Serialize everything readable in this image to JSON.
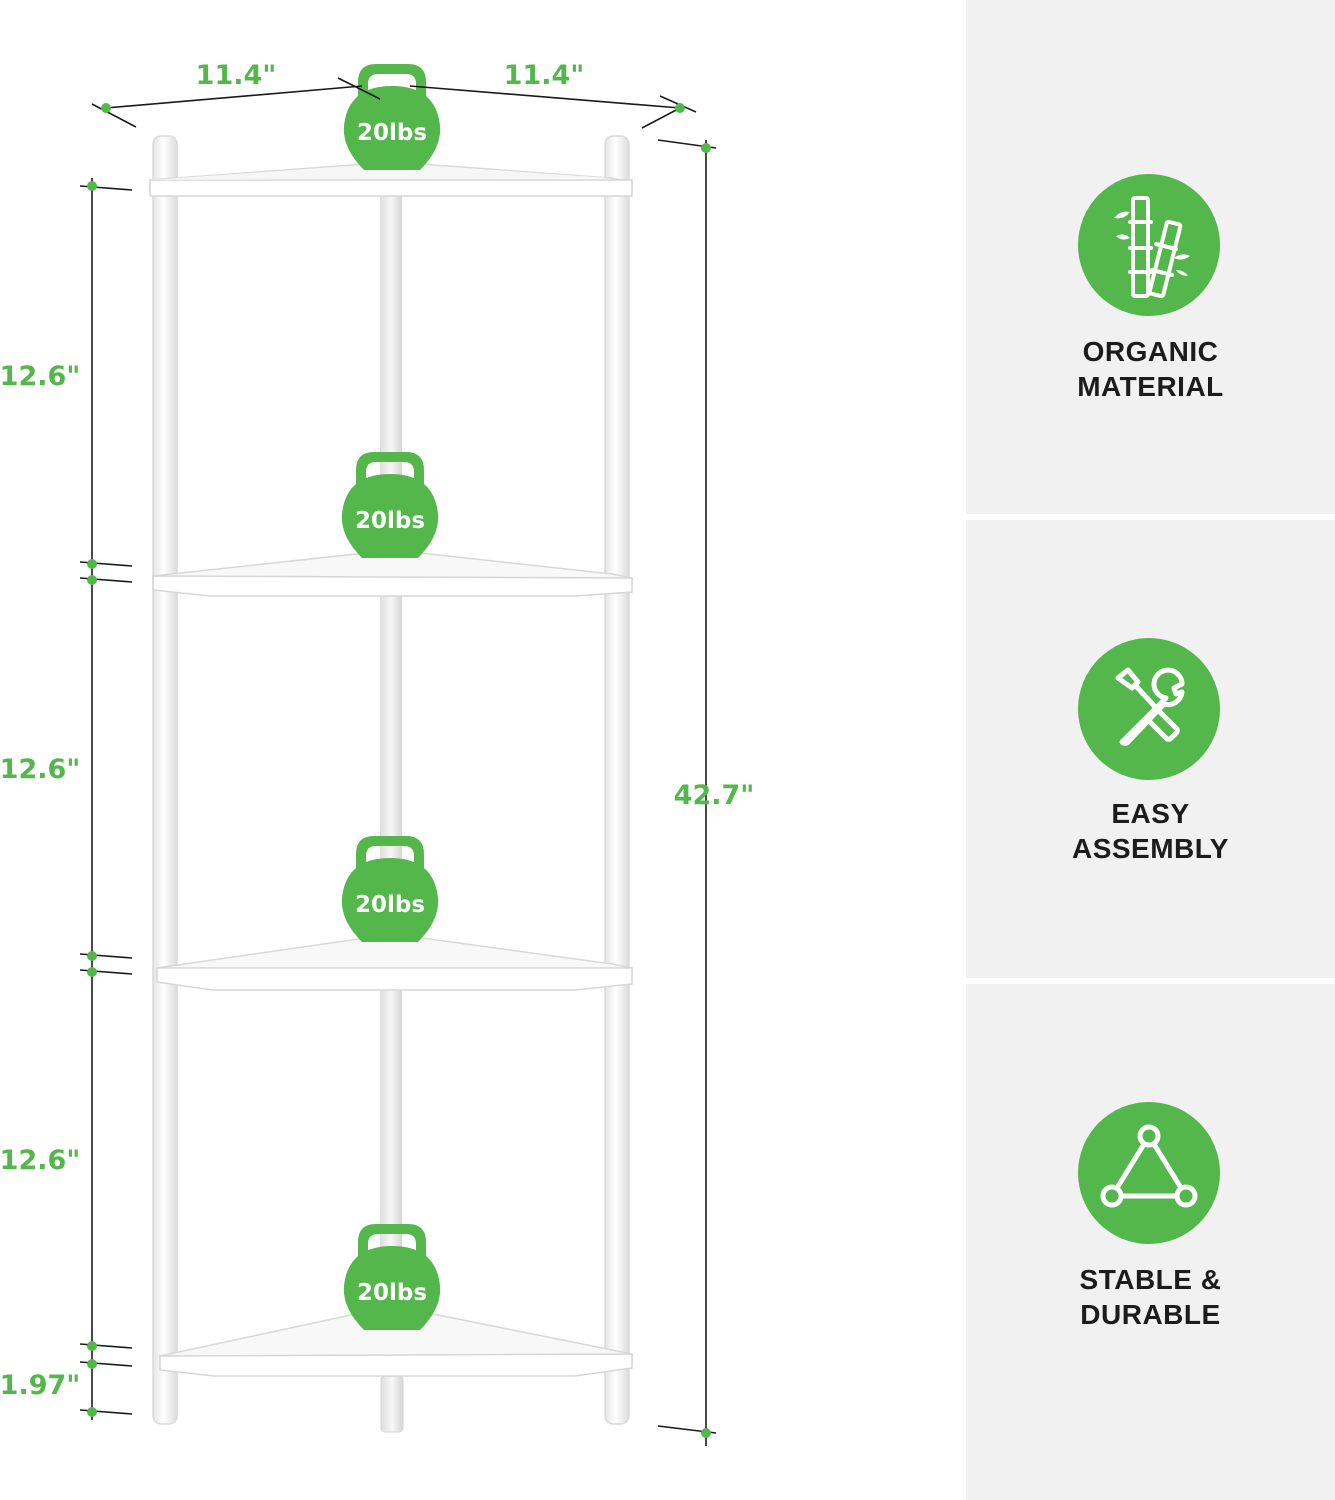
{
  "colors": {
    "accent": "#54b74b",
    "panel_background": "#f1f1f1",
    "shelf": "#ffffff",
    "text_dark": "#1c1c1c"
  },
  "dimensions": {
    "width_left": "11.4\"",
    "width_right": "11.4\"",
    "total_height": "42.7\"",
    "tier_heights": [
      "12.6\"",
      "12.6\"",
      "12.6\""
    ],
    "bottom_clearance": "1.97\""
  },
  "shelves": [
    {
      "weight_capacity": "20lbs"
    },
    {
      "weight_capacity": "20lbs"
    },
    {
      "weight_capacity": "20lbs"
    },
    {
      "weight_capacity": "20lbs"
    }
  ],
  "features": [
    {
      "icon": "bamboo-icon",
      "line1": "ORGANIC",
      "line2": "MATERIAL"
    },
    {
      "icon": "wrench-screwdriver-icon",
      "line1": "EASY",
      "line2": "ASSEMBLY"
    },
    {
      "icon": "triangle-structure-icon",
      "line1": "STABLE &",
      "line2": "DURABLE"
    }
  ]
}
